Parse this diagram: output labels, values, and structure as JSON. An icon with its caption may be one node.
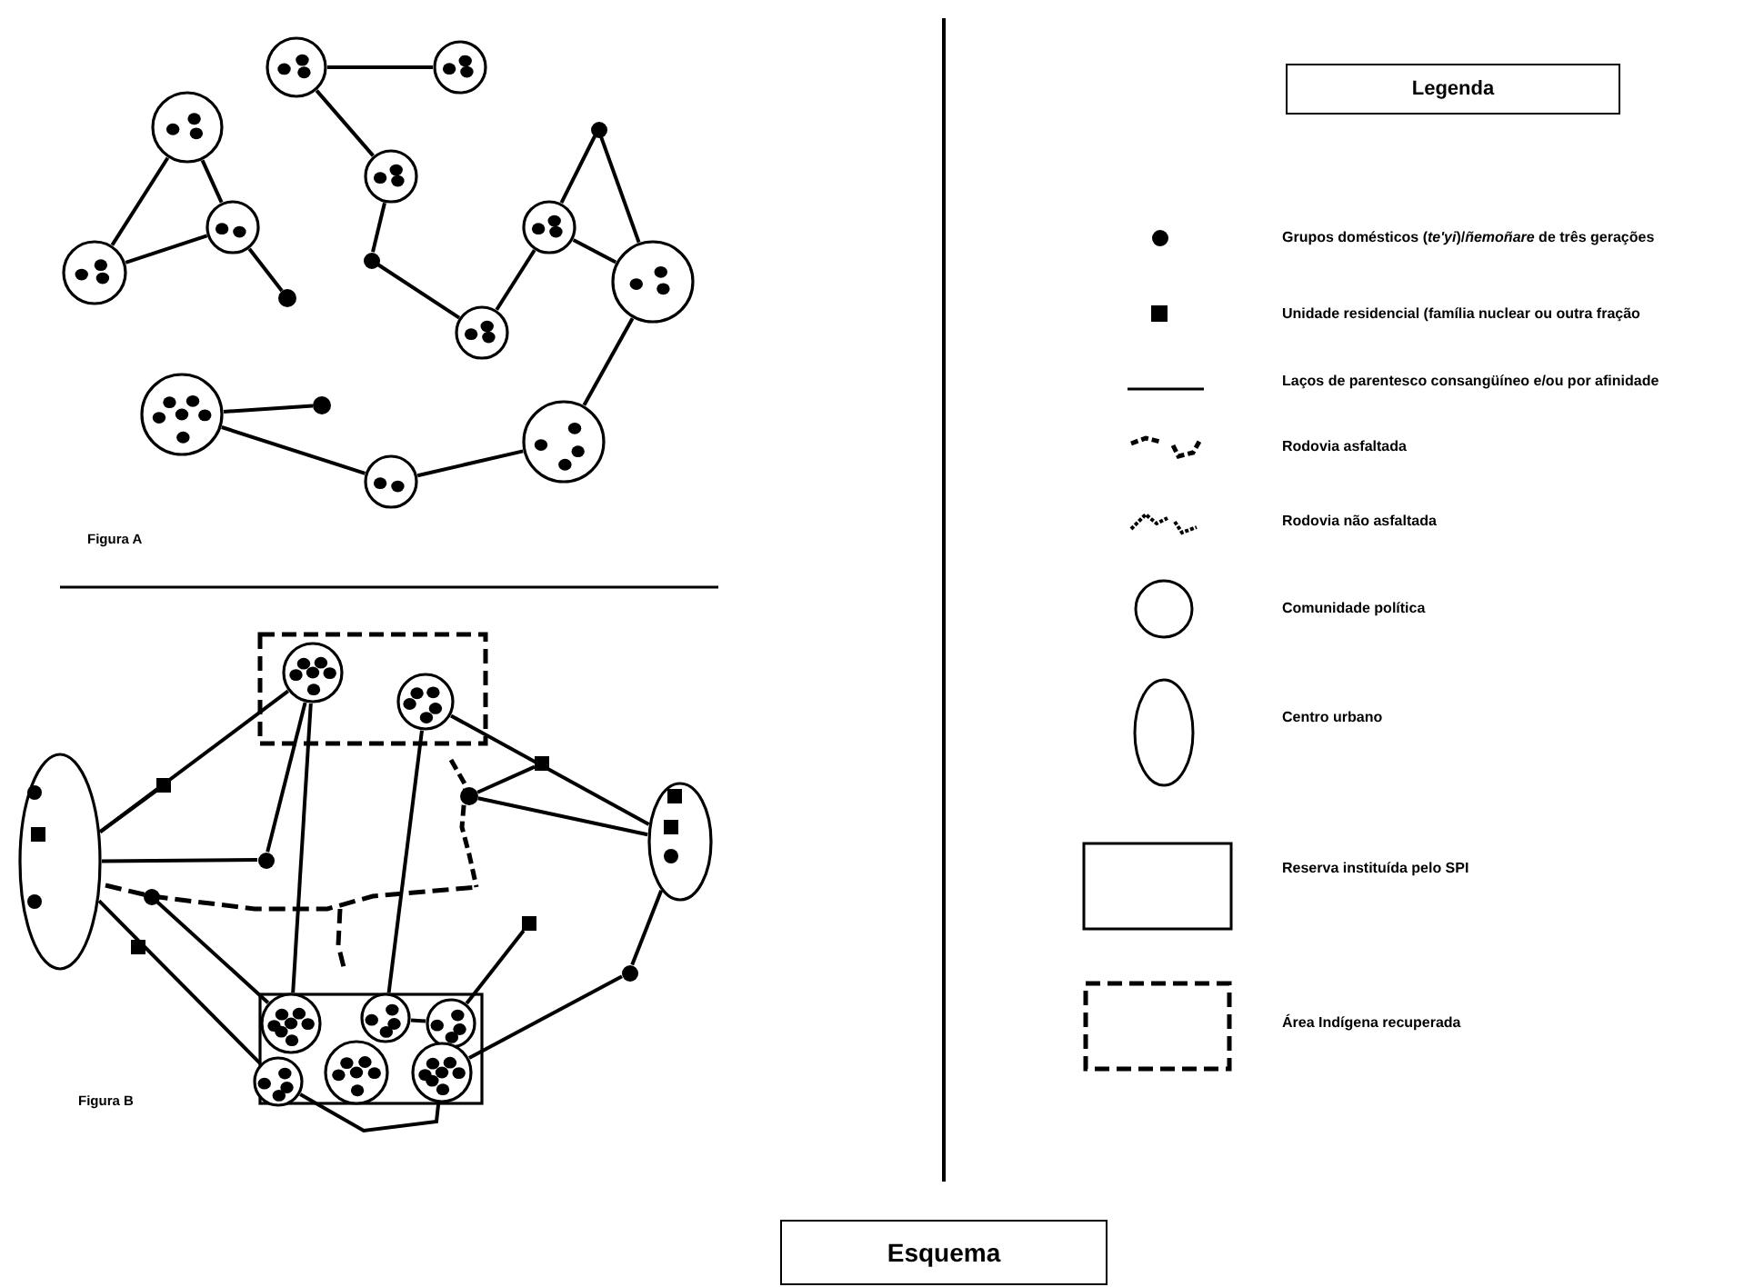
{
  "diagram": {
    "title": "Esquema",
    "nodes": [
      {
        "text": [
          "Legenda"
        ]
      },
      {
        "text": [],
        "shape": "circle"
      },
      {
        "text": [],
        "shape": "circle"
      },
      {
        "text": [],
        "shape": "circle"
      },
      {
        "text": [],
        "shape": "circle"
      },
      {
        "text": [],
        "shape": "circle"
      },
      {
        "text": [],
        "shape": "circle"
      },
      {
        "text": [],
        "shape": "circle"
      },
      {
        "text": [],
        "shape": "circle"
      },
      {
        "text": [],
        "shape": "circle"
      },
      {
        "text": [],
        "shape": "circle"
      },
      {
        "text": [],
        "shape": "circle"
      },
      {
        "text": [],
        "shape": "circle"
      },
      {
        "text": [],
        "shape": "dot"
      },
      {
        "text": [],
        "shape": "dot"
      },
      {
        "text": [],
        "shape": "dot"
      },
      {
        "text": [],
        "shape": "dot"
      },
      {
        "text": [],
        "shape": "box"
      },
      {
        "text": [],
        "shape": "circle",
        "in": 17
      },
      {
        "text": [],
        "shape": "circle",
        "in": 17
      },
      {
        "text": [],
        "shape": "ellipse"
      },
      {
        "text": [],
        "shape": "ellipse"
      },
      {
        "text": [],
        "shape": "square"
      },
      {
        "text": [],
        "shape": "square"
      },
      {
        "text": [],
        "shape": "square"
      },
      {
        "text": [],
        "shape": "square"
      },
      {
        "text": [],
        "shape": "dot"
      },
      {
        "text": [],
        "shape": "dot"
      },
      {
        "text": [],
        "shape": "dot"
      },
      {
        "text": [],
        "shape": "dot"
      },
      {
        "text": [],
        "shape": "box"
      },
      {
        "text": [],
        "shape": "circle",
        "in": 30
      },
      {
        "text": [],
        "shape": "circle",
        "in": 30
      },
      {
        "text": [],
        "shape": "circle",
        "in": 30
      },
      {
        "text": [],
        "shape": "circle",
        "in": 30
      },
      {
        "text": [],
        "shape": "circle",
        "in": 30
      },
      {
        "text": [],
        "shape": "circle",
        "in": 30
      }
    ],
    "edges": [
      {
        "from": 1,
        "to": 2,
        "arrow": "none"
      },
      {
        "from": 1,
        "to": 6,
        "arrow": "none"
      },
      {
        "from": 6,
        "to": 14,
        "arrow": "none"
      },
      {
        "from": 14,
        "to": 9,
        "arrow": "none"
      },
      {
        "from": 9,
        "to": 7,
        "arrow": "none"
      },
      {
        "from": 7,
        "to": 15,
        "arrow": "none"
      },
      {
        "from": 15,
        "to": 8,
        "arrow": "none"
      },
      {
        "from": 7,
        "to": 8,
        "arrow": "none"
      },
      {
        "from": 8,
        "to": 12,
        "arrow": "none"
      },
      {
        "from": 12,
        "to": 11,
        "arrow": "none"
      },
      {
        "from": 11,
        "to": 10,
        "arrow": "none"
      },
      {
        "from": 10,
        "to": 16,
        "arrow": "none"
      },
      {
        "from": 3,
        "to": 4,
        "arrow": "none"
      },
      {
        "from": 3,
        "to": 5,
        "arrow": "none"
      },
      {
        "from": 4,
        "to": 5,
        "arrow": "none"
      },
      {
        "from": 5,
        "to": 13,
        "arrow": "none"
      },
      {
        "from": 20,
        "to": 18,
        "arrow": "none"
      },
      {
        "from": 20,
        "to": 22,
        "arrow": "none"
      },
      {
        "from": 20,
        "to": 26,
        "arrow": "none"
      },
      {
        "from": 26,
        "to": 18,
        "arrow": "none"
      },
      {
        "from": 18,
        "to": 31,
        "arrow": "none"
      },
      {
        "from": 19,
        "to": 32,
        "arrow": "none"
      },
      {
        "from": 19,
        "to": 21,
        "arrow": "none"
      },
      {
        "from": 27,
        "to": 23,
        "arrow": "none"
      },
      {
        "from": 27,
        "to": 21,
        "arrow": "none"
      },
      {
        "from": 21,
        "to": 28,
        "arrow": "none"
      },
      {
        "from": 28,
        "to": 36,
        "arrow": "none"
      },
      {
        "from": 25,
        "to": 33,
        "arrow": "none"
      },
      {
        "from": 32,
        "to": 33,
        "arrow": "none"
      },
      {
        "from": 20,
        "to": 34,
        "arrow": "none"
      },
      {
        "from": 29,
        "to": 31,
        "arrow": "none"
      },
      {
        "from": 34,
        "to": 36,
        "arrow": "none"
      }
    ],
    "labels": [
      "Figura A",
      "Figura B"
    ],
    "legend": [
      {
        "text": "Grupos domésticos (*te'yi*)/*ñemoñare* de três gerações"
      },
      {
        "text": "Unidade residencial (família nuclear ou outra fração"
      },
      {
        "text": "Laços de parentesco consangüíneo e/ou por afinidade"
      },
      {
        "text": "Rodovia asfaltada"
      },
      {
        "text": "Rodovia não asfaltada"
      },
      {
        "text": "Comunidade política"
      },
      {
        "text": "Centro urbano"
      },
      {
        "text": "Reserva instituída pelo SPI"
      },
      {
        "text": "Área Indígena recuperada"
      }
    ]
  }
}
